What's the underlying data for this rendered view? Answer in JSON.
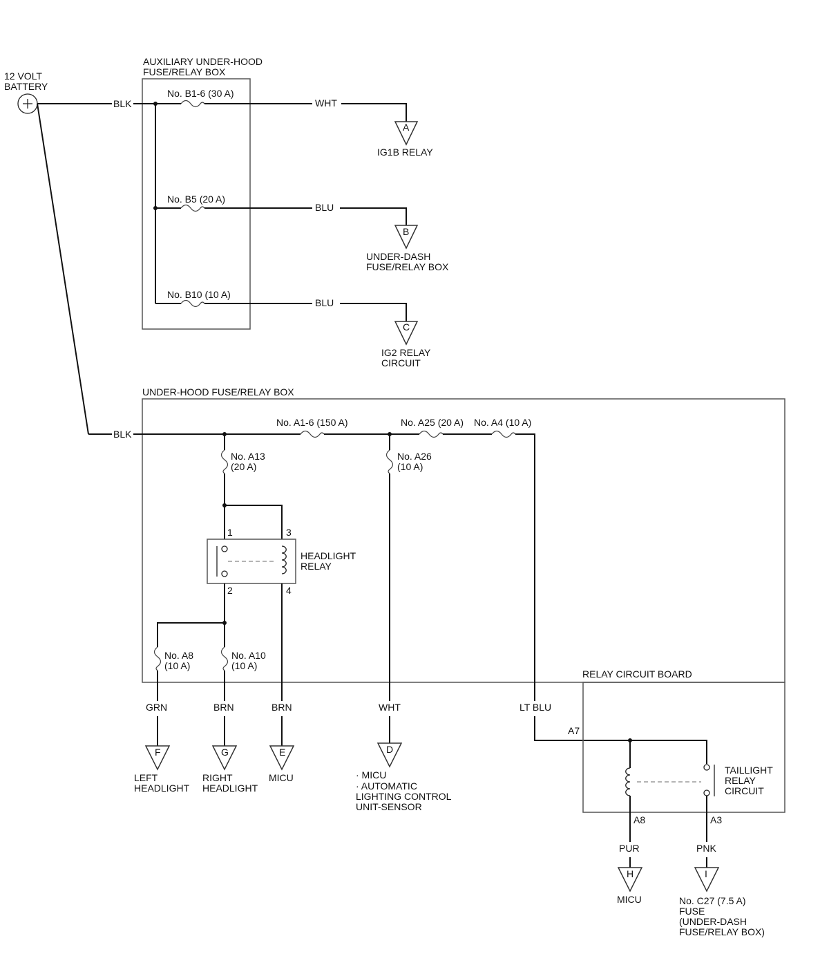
{
  "battery": {
    "label_line1": "12 VOLT",
    "label_line2": "BATTERY"
  },
  "aux_box": {
    "title_line1": "AUXILIARY UNDER-HOOD",
    "title_line2": "FUSE/RELAY BOX",
    "input_wire": "BLK",
    "fuses": [
      {
        "label": "No. B1-6 (30 A)",
        "wire": "WHT",
        "connector": "A",
        "dest_lines": [
          "IG1B RELAY"
        ]
      },
      {
        "label": "No. B5 (20 A)",
        "wire": "BLU",
        "connector": "B",
        "dest_lines": [
          "UNDER-DASH",
          "FUSE/RELAY BOX"
        ]
      },
      {
        "label": "No. B10 (10 A)",
        "wire": "BLU",
        "connector": "C",
        "dest_lines": [
          "IG2 RELAY",
          "CIRCUIT"
        ]
      }
    ]
  },
  "main_box": {
    "title": "UNDER-HOOD FUSE/RELAY BOX",
    "input_wire": "BLK",
    "fuse_a1_6": "No. A1-6 (150 A)",
    "fuse_a25": "No. A25 (20 A)",
    "fuse_a4": "No. A4 (10 A)",
    "fuse_a13_line1": "No. A13",
    "fuse_a13_line2": "(20 A)",
    "fuse_a26_line1": "No. A26",
    "fuse_a26_line2": "(10 A)",
    "fuse_a8_line1": "No. A8",
    "fuse_a8_line2": "(10 A)",
    "fuse_a10_line1": "No. A10",
    "fuse_a10_line2": "(10 A)",
    "headlight_relay": {
      "label_line1": "HEADLIGHT",
      "label_line2": "RELAY",
      "pin1": "1",
      "pin2": "2",
      "pin3": "3",
      "pin4": "4"
    }
  },
  "outputs": [
    {
      "wire": "GRN",
      "connector": "F",
      "dest_lines": [
        "LEFT",
        "HEADLIGHT"
      ]
    },
    {
      "wire": "BRN",
      "connector": "G",
      "dest_lines": [
        "RIGHT",
        "HEADLIGHT"
      ]
    },
    {
      "wire": "BRN",
      "connector": "E",
      "dest_lines": [
        "MICU"
      ]
    },
    {
      "wire": "WHT",
      "connector": "D",
      "dest_lines": [
        "· MICU",
        "· AUTOMATIC",
        "LIGHTING CONTROL",
        "UNIT-SENSOR"
      ]
    },
    {
      "wire": "LT BLU"
    }
  ],
  "relay_board": {
    "title": "RELAY CIRCUIT BOARD",
    "pin_a7": "A7",
    "pin_a8": "A8",
    "pin_a3": "A3",
    "relay_line1": "TAILLIGHT",
    "relay_line2": "RELAY",
    "relay_line3": "CIRCUIT",
    "outputs": [
      {
        "wire": "PUR",
        "connector": "H",
        "dest_lines": [
          "MICU"
        ]
      },
      {
        "wire": "PNK",
        "connector": "I",
        "dest_lines": [
          "No. C27 (7.5 A)",
          "FUSE",
          "(UNDER-DASH",
          "FUSE/RELAY BOX)"
        ]
      }
    ]
  }
}
